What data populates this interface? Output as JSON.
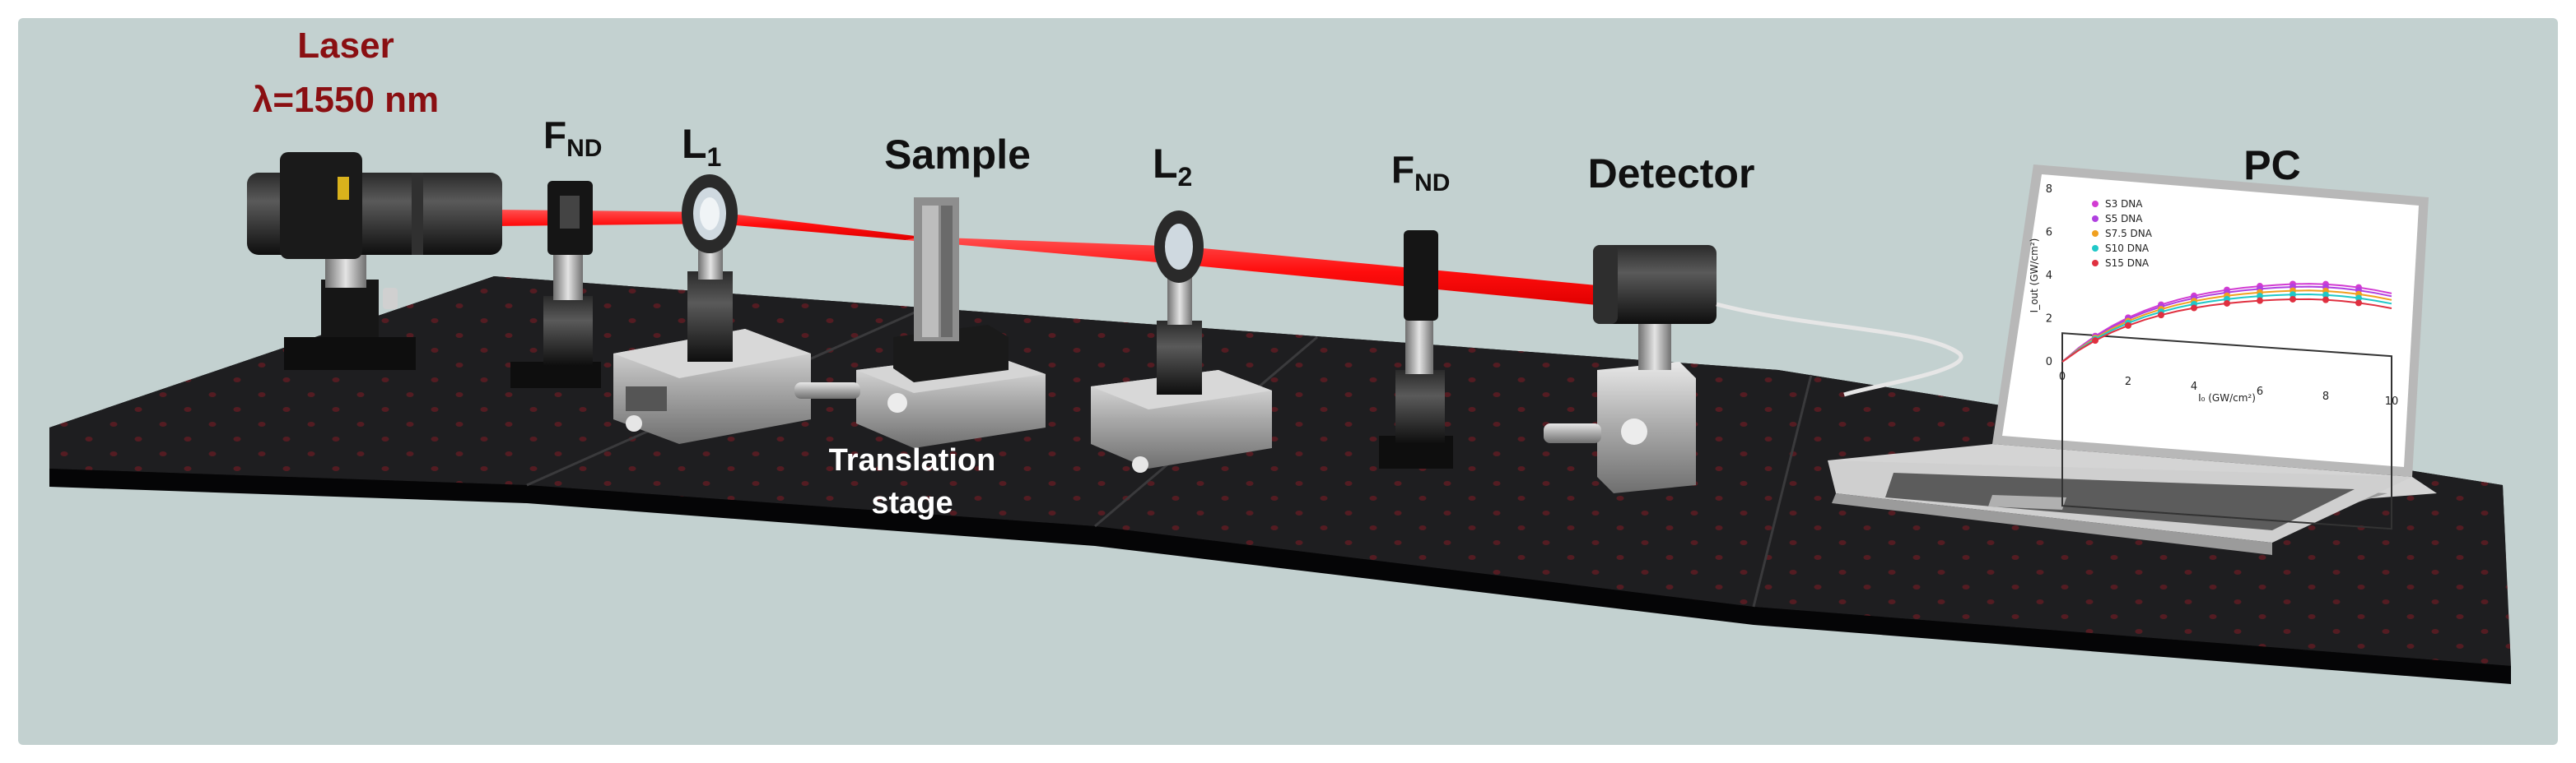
{
  "labels": {
    "laser_line1": "Laser",
    "laser_line2": "λ=1550 nm",
    "fnd1_main": "F",
    "fnd1_sub": "ND",
    "l1_main": "L",
    "l1_sub": "1",
    "sample": "Sample",
    "l2_main": "L",
    "l2_sub": "2",
    "fnd2_main": "F",
    "fnd2_sub": "ND",
    "detector": "Detector",
    "pc": "PC",
    "stage_line1": "Translation",
    "stage_line2": "stage"
  },
  "colors": {
    "background": "#c3d1d0",
    "table_top": "#1d1d1f",
    "table_edge": "#0c0c0d",
    "beam": "#ff1a1a",
    "laser_label": "#8a0f12",
    "hole": "#5a1c22"
  },
  "laptop_chart": {
    "type": "line",
    "x_ticks": [
      "0",
      "2",
      "4",
      "6",
      "8",
      "10"
    ],
    "y_ticks": [
      "0",
      "2",
      "4",
      "6",
      "8"
    ],
    "xlabel": "I₀ (GW/cm²)",
    "ylabel": "I_out (GW/cm²)",
    "legend": [
      "S3 DNA",
      "S5 DNA",
      "S7.5 DNA",
      "S10 DNA",
      "S15 DNA"
    ],
    "series_colors": [
      "#d23cd2",
      "#b040e0",
      "#f0a020",
      "#20c8c8",
      "#e03040"
    ],
    "scale": [
      1.0,
      0.97,
      0.93,
      0.89,
      0.84
    ]
  }
}
